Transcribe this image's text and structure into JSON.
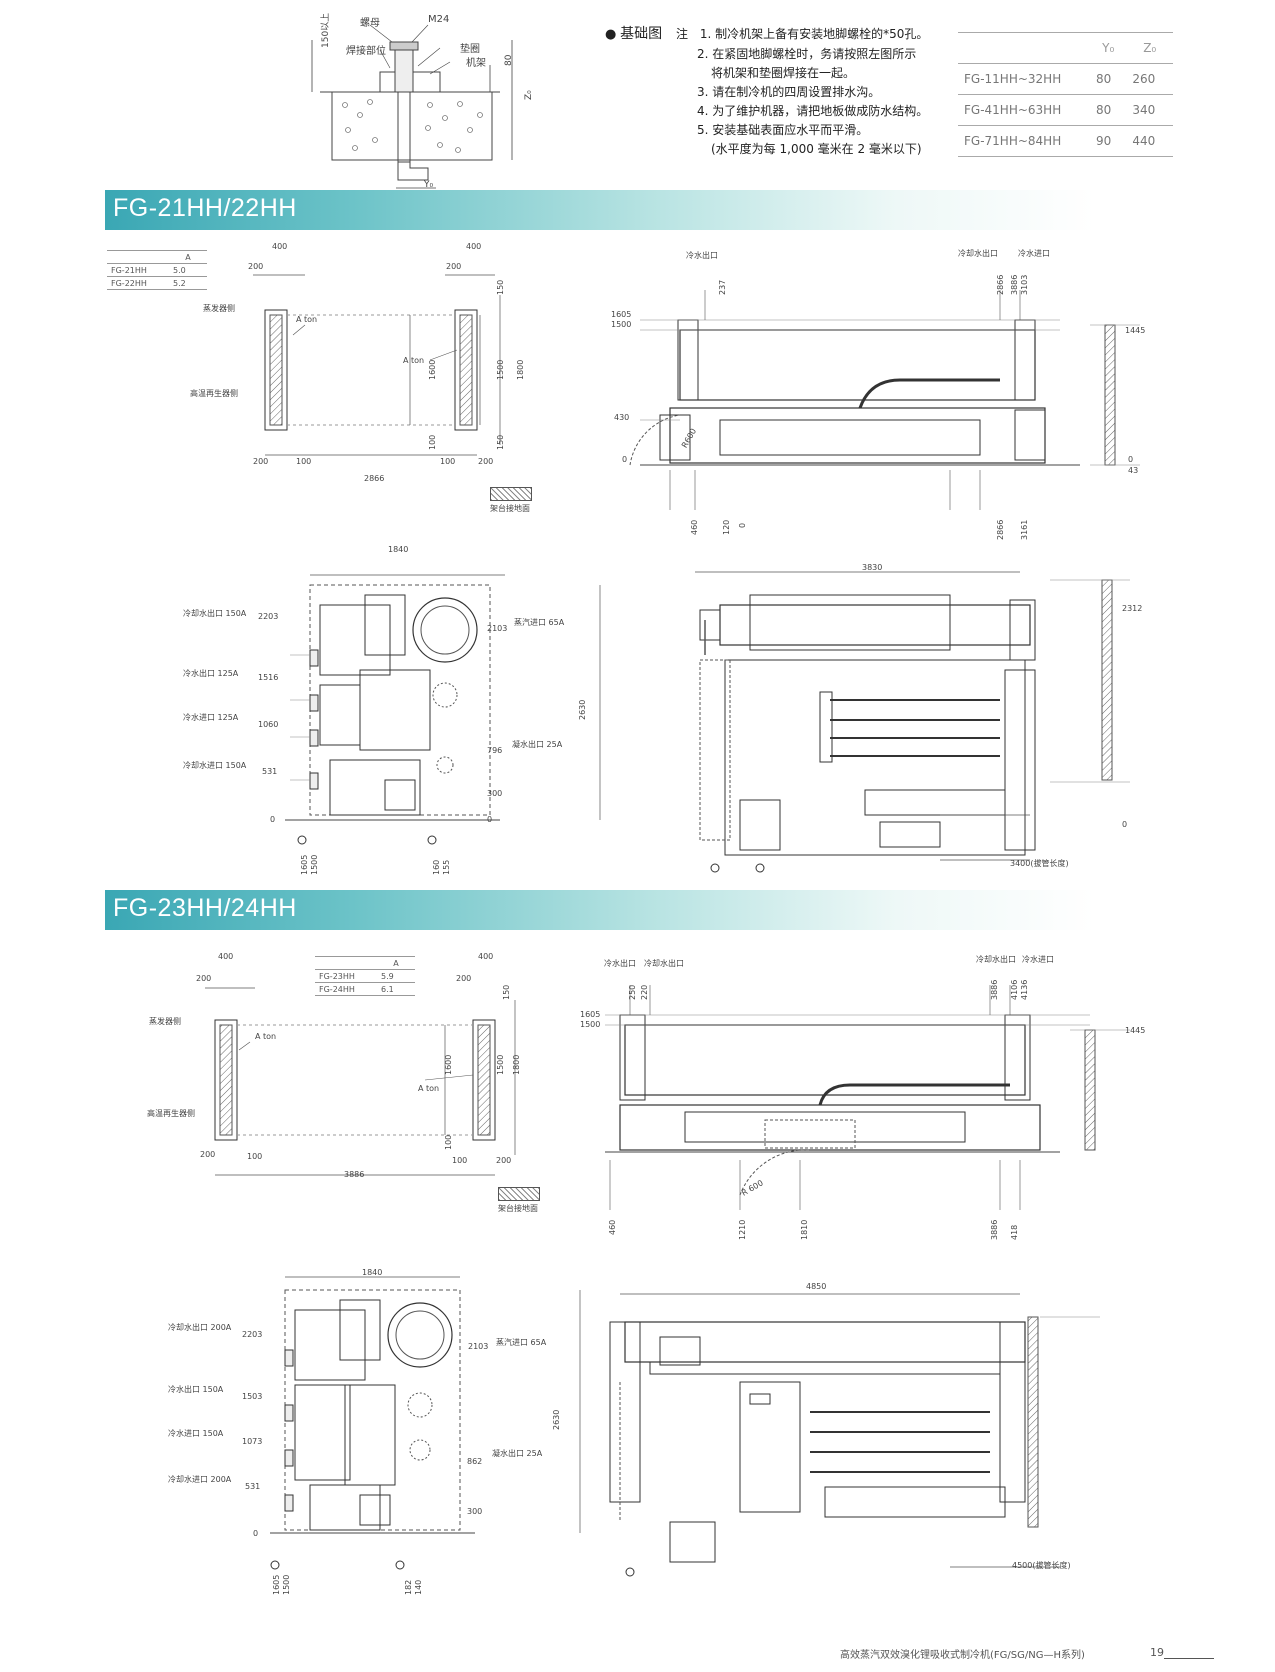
{
  "foundation": {
    "detail_labels": {
      "bolt": "螺母",
      "m24": "M24",
      "weld": "焊接部位",
      "washer": "垫圈",
      "frame": "机架",
      "min150": "150以上",
      "dim80": "80",
      "z0": "Z₀",
      "y0": "Y₀"
    },
    "title": "基础图",
    "note_prefix": "注",
    "notes": [
      "1. 制冷机架上备有安装地脚螺栓的*50孔。",
      "2. 在紧固地脚螺栓时，务请按照左图所示",
      "将机架和垫圈焊接在一起。",
      "3. 请在制冷机的四周设置排水沟。",
      "4. 为了维护机器，请把地板做成防水结构。",
      "5. 安装基础表面应水平而平滑。",
      "(水平度为每 1,000 毫米在 2 毫米以下)"
    ],
    "spec_table": {
      "headers": [
        "",
        "Y₀",
        "Z₀"
      ],
      "rows": [
        [
          "FG-11HH~32HH",
          "80",
          "260"
        ],
        [
          "FG-41HH~63HH",
          "80",
          "340"
        ],
        [
          "FG-71HH~84HH",
          "90",
          "440"
        ]
      ]
    }
  },
  "section1": {
    "title": "FG-21HH/22HH",
    "model_table": {
      "header": "A",
      "rows": [
        [
          "FG-21HH",
          "5.0"
        ],
        [
          "FG-22HH",
          "5.2"
        ]
      ]
    },
    "plan": {
      "evap_side": "蒸发器侧",
      "regen_side": "高温再生器侧",
      "a_ton": "A ton",
      "d400": "400",
      "d200": "200",
      "d150": "150",
      "d1600": "1600",
      "d1500": "1500",
      "d1800": "1800",
      "d100": "100",
      "d2866": "2866",
      "legend": "架台接地面"
    },
    "side": {
      "chilled_out": "冷水出口",
      "cool_out": "冷却水出口",
      "cool_in": "冷水进口",
      "d1605": "1605",
      "d1500": "1500",
      "d430": "430",
      "d0": "0",
      "d237": "237",
      "d2866": "2866",
      "d3886": "3886",
      "d3103": "3103",
      "d1445": "1445",
      "r600": "R600",
      "d460": "460",
      "d120": "120",
      "d3161": "3161",
      "d43": "43"
    },
    "front": {
      "d1840": "1840",
      "cool_out_150": "冷却水出口 150A",
      "chilled_out_125": "冷水出口  125A",
      "chilled_in_125": "冷水进口  125A",
      "cool_in_150": "冷却水进口 150A",
      "steam_in": "蒸汽进口 65A",
      "cond_out": "凝水出口 25A",
      "d2203": "2203",
      "d1516": "1516",
      "d1060": "1060",
      "d531": "531",
      "d0": "0",
      "d2103": "2103",
      "d796": "796",
      "d300": "300",
      "d2630": "2630",
      "d1605": "1605",
      "d1500": "1500",
      "d160": "160",
      "d155": "155"
    },
    "top": {
      "d3830": "3830",
      "d2312": "2312",
      "d0": "0",
      "tube": "3400(拔管长度)"
    }
  },
  "section2": {
    "title": "FG-23HH/24HH",
    "model_table": {
      "header": "A",
      "rows": [
        [
          "FG-23HH",
          "5.9"
        ],
        [
          "FG-24HH",
          "6.1"
        ]
      ]
    },
    "plan": {
      "evap_side": "蒸发器侧",
      "regen_side": "高温再生器侧",
      "a_ton": "A ton",
      "d400": "400",
      "d200": "200",
      "d150": "150",
      "d1600": "1600",
      "d1500": "1500",
      "d1800": "1800",
      "d100": "100",
      "d3886": "3886",
      "legend": "架台接地面"
    },
    "side": {
      "chilled_out": "冷水出口",
      "cool_out2": "冷却水出口",
      "cool_out": "冷却水出口",
      "cool_in": "冷水进口",
      "d250": "250",
      "d220": "220",
      "d1605": "1605",
      "d1500": "1500",
      "d3886": "3886",
      "d4106": "4106",
      "d4136": "4136",
      "d1445": "1445",
      "r600": "R 600",
      "d460": "460",
      "d1210": "1210",
      "d1810": "1810",
      "d418": "418"
    },
    "front": {
      "d1840": "1840",
      "cool_out_200": "冷却水出口 200A",
      "chilled_out_150": "冷水出口  150A",
      "chilled_in_150": "冷水进口  150A",
      "cool_in_200": "冷却水进口 200A",
      "steam_in": "蒸汽进口 65A",
      "cond_out": "凝水出口 25A",
      "d2203": "2203",
      "d1503": "1503",
      "d1073": "1073",
      "d531": "531",
      "d0": "0",
      "d2103": "2103",
      "d862": "862",
      "d300": "300",
      "d2630": "2630",
      "d1605": "1605",
      "d1500": "1500",
      "d182": "182",
      "d140": "140"
    },
    "top": {
      "d4850": "4850",
      "tube": "4500(拔管长度)"
    }
  },
  "footer": {
    "text": "高效蒸汽双效溴化锂吸收式制冷机(FG/SG/NG—H系列)",
    "page": "19"
  }
}
